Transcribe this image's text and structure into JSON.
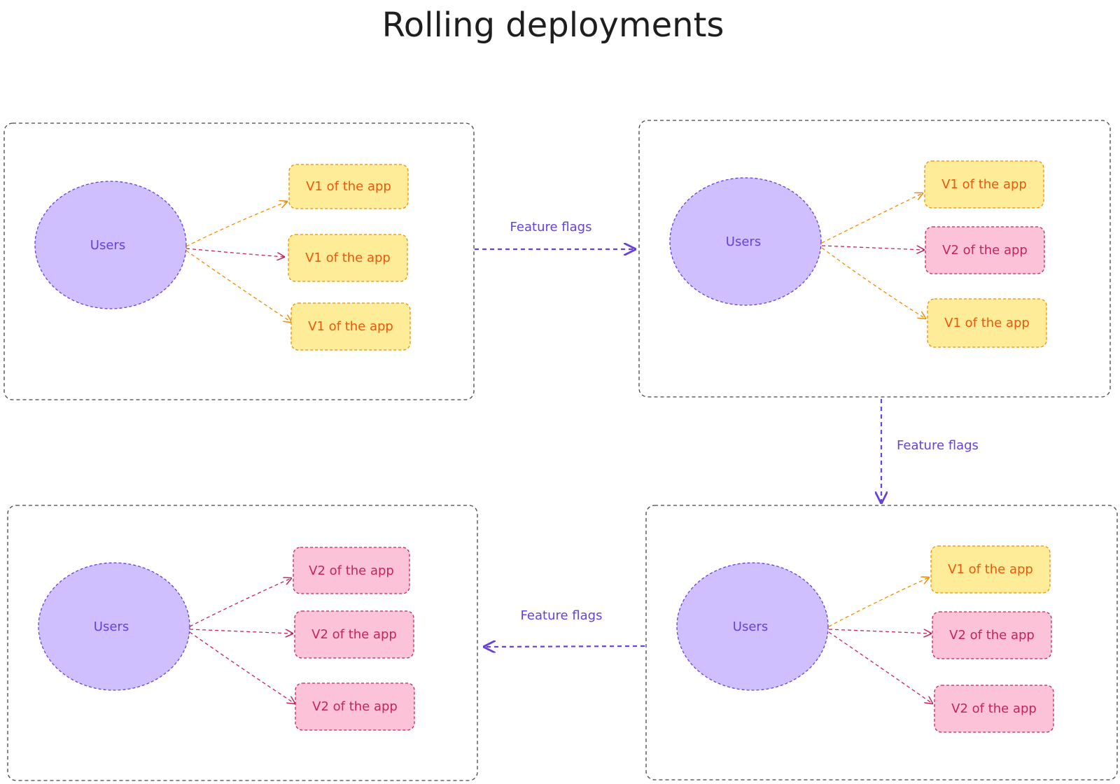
{
  "title": "Rolling deployments",
  "colors": {
    "users_fill": "#d0bfff",
    "users_stroke": "#6741d9",
    "v1_fill": "#ffec99",
    "v1_stroke": "#f08c00",
    "v1_text": "#e8590c",
    "v2_fill": "#fcc2d7",
    "v2_stroke": "#c2255c",
    "flow_arrow": "#6741d9"
  },
  "panels": [
    {
      "users_label": "Users",
      "apps": [
        {
          "label": "V1 of the app",
          "version": "v1"
        },
        {
          "label": "V1 of the app",
          "version": "v1"
        },
        {
          "label": "V1 of the app",
          "version": "v1"
        }
      ]
    },
    {
      "users_label": "Users",
      "apps": [
        {
          "label": "V1 of the app",
          "version": "v1"
        },
        {
          "label": "V2 of the app",
          "version": "v2"
        },
        {
          "label": "V1 of the app",
          "version": "v1"
        }
      ]
    },
    {
      "users_label": "Users",
      "apps": [
        {
          "label": "V1 of the app",
          "version": "v1"
        },
        {
          "label": "V2 of the app",
          "version": "v2"
        },
        {
          "label": "V2 of the app",
          "version": "v2"
        }
      ]
    },
    {
      "users_label": "Users",
      "apps": [
        {
          "label": "V2 of the app",
          "version": "v2"
        },
        {
          "label": "V2 of the app",
          "version": "v2"
        },
        {
          "label": "V2 of the app",
          "version": "v2"
        }
      ]
    }
  ],
  "transitions": [
    {
      "label": "Feature flags"
    },
    {
      "label": "Feature flags"
    },
    {
      "label": "Feature flags"
    }
  ]
}
